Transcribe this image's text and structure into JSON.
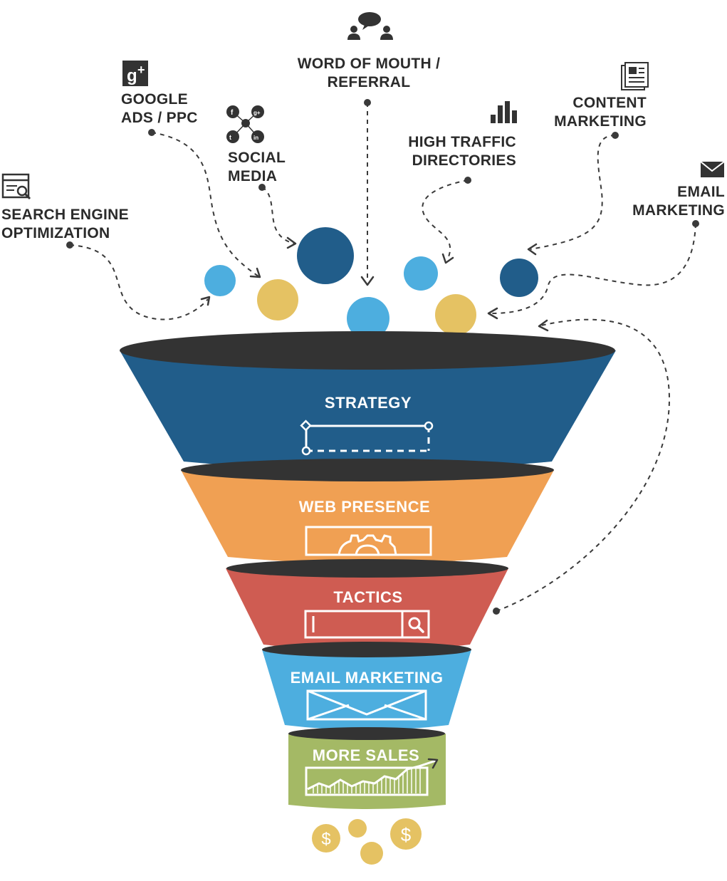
{
  "sources": {
    "seo": {
      "line1": "SEARCH ENGINE",
      "line2": "OPTIMIZATION",
      "icon": "seo-search-icon"
    },
    "google_ads": {
      "line1": "GOOGLE",
      "line2": "ADS / PPC",
      "icon": "google-plus-icon"
    },
    "social": {
      "line1": "SOCIAL",
      "line2": "MEDIA",
      "icon": "social-network-icon"
    },
    "word_of_mouth": {
      "line1": "WORD OF MOUTH /",
      "line2": "REFERRAL",
      "icon": "people-chat-icon"
    },
    "directories": {
      "line1": "HIGH TRAFFIC",
      "line2": "DIRECTORIES",
      "icon": "bar-chart-icon"
    },
    "content": {
      "line1": "CONTENT",
      "line2": "MARKETING",
      "icon": "newspaper-icon"
    },
    "email": {
      "line1": "EMAIL",
      "line2": "MARKETING",
      "icon": "envelope-icon"
    }
  },
  "funnel": {
    "strategy": "STRATEGY",
    "web_presence": "WEB PRESENCE",
    "tactics": "TACTICS",
    "email_marketing": "EMAIL MARKETING",
    "more_sales": "MORE SALES"
  },
  "coins": {
    "symbol": "$"
  },
  "colors": {
    "navy": "#215d8a",
    "orange": "#f0a053",
    "red": "#cf5c52",
    "sky": "#4daedf",
    "green": "#a4b965",
    "gold": "#e5c263",
    "rim": "#333333",
    "text": "#2b2b2b"
  }
}
